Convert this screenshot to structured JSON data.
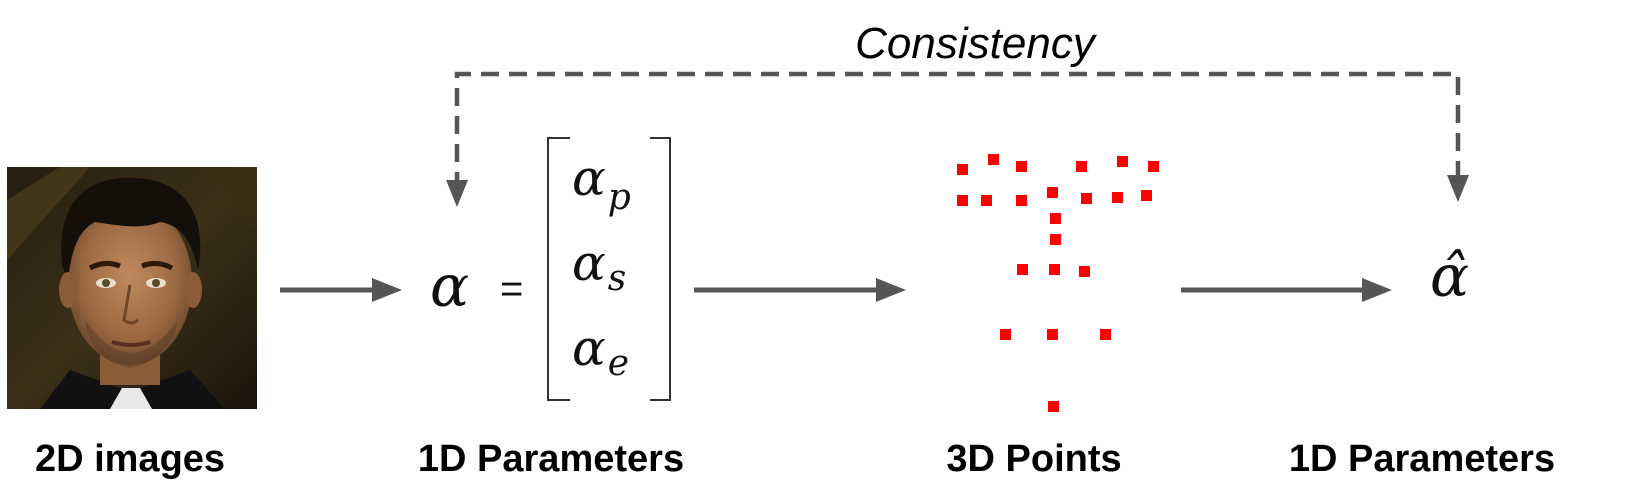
{
  "title": "Consistency",
  "captions": {
    "images": "2D images",
    "params": "1D Parameters",
    "points": "3D Points",
    "params_out": "1D Parameters"
  },
  "math": {
    "alpha": "α",
    "equals": "=",
    "alpha_hat": "α̂",
    "vector": [
      {
        "symbol": "α",
        "subscript": "p"
      },
      {
        "symbol": "α",
        "subscript": "s"
      },
      {
        "symbol": "α",
        "subscript": "e"
      }
    ]
  },
  "colors": {
    "points": "#ff0000",
    "arrows": "#555555"
  },
  "icons": {
    "face_photo": "face-photo"
  }
}
